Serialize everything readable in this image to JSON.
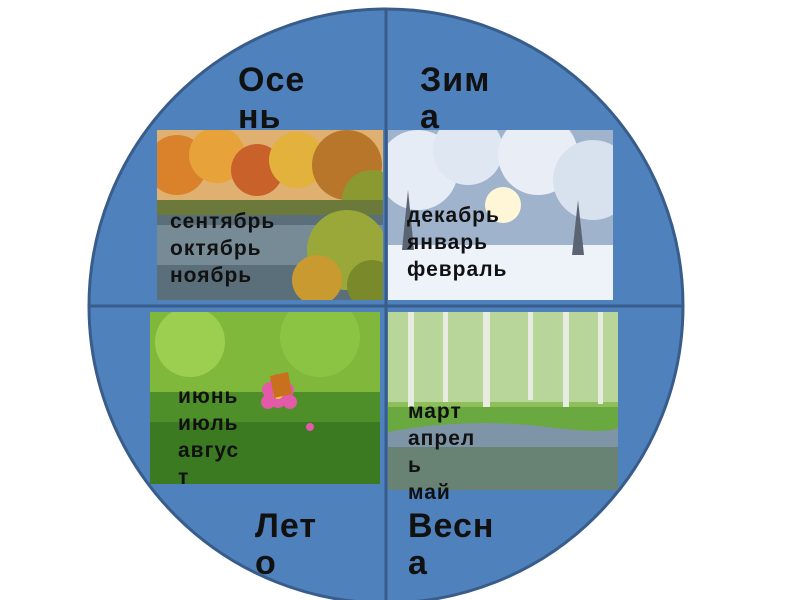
{
  "circle": {
    "fill": "#4f81bd",
    "stroke": "#385d8a"
  },
  "seasons": {
    "autumn": {
      "name": "Осень",
      "months": [
        "сентябрь",
        "октябрь",
        "ноябрь"
      ]
    },
    "winter": {
      "name": "Зима",
      "months": [
        "декабрь",
        "январь",
        "февраль"
      ]
    },
    "summer": {
      "name": "Лето",
      "months": [
        "июнь",
        "июль",
        "август"
      ]
    },
    "spring": {
      "name": "Весна",
      "months": [
        "март",
        "апрель",
        "май"
      ]
    }
  }
}
